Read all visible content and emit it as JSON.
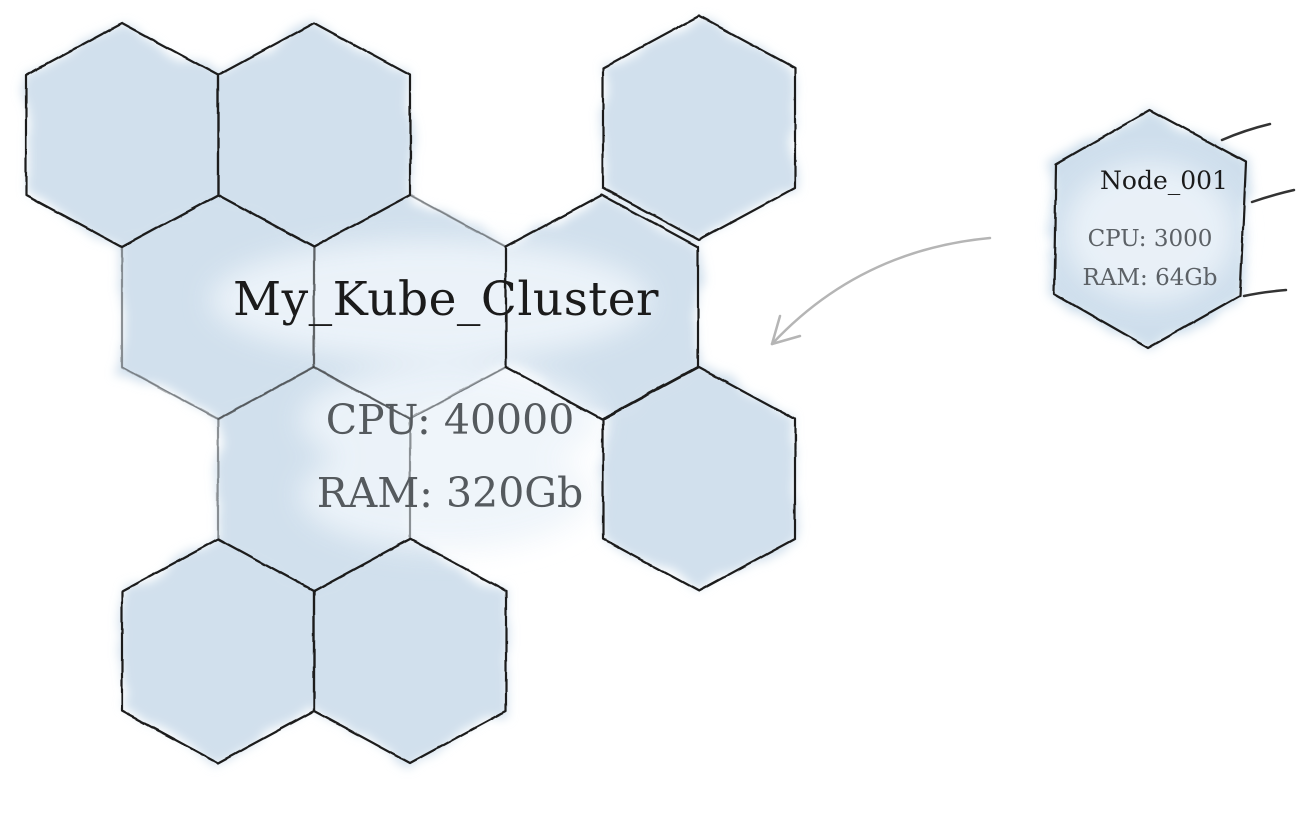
{
  "cluster": {
    "title": "My_Kube_Cluster",
    "cpu_label": "CPU: 40000",
    "ram_label": "RAM: 320Gb"
  },
  "node": {
    "title": "Node_001",
    "cpu_label": "CPU: 3000",
    "ram_label": "RAM: 64Gb"
  },
  "colors": {
    "hex_fill": "#c9dbea",
    "hex_outline": "#1e1e1e",
    "arrow": "#b9b9b9",
    "label_bg": "#eef4fa"
  },
  "diagram": {
    "cluster_hex_count": 10,
    "arrow_direction": "node-to-cluster",
    "motion_lines": 3
  }
}
